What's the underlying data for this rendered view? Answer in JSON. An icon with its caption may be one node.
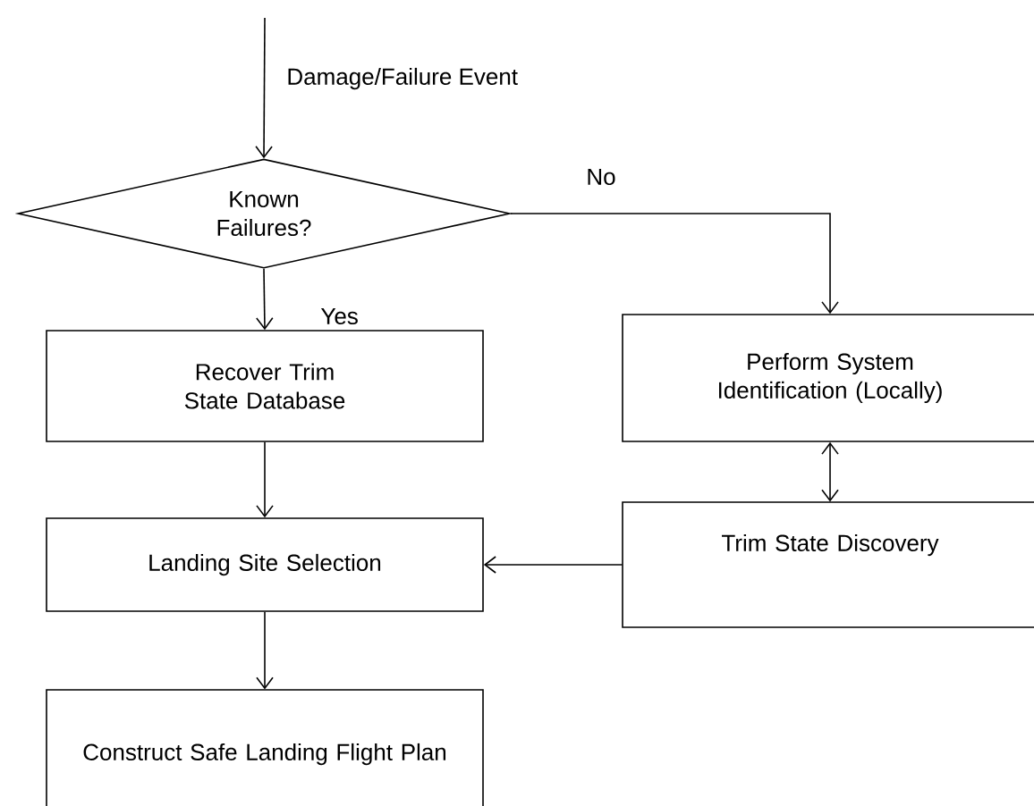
{
  "diagram": {
    "nodes": [
      {
        "text": [
          "Known Failures?"
        ]
      },
      {
        "text": [
          "Recover Trim State Database"
        ]
      },
      {
        "text": [
          "Perform System Identification (Locally)"
        ]
      },
      {
        "text": [
          "Landing Site Selection"
        ]
      },
      {
        "text": [
          "Trim State Discovery"
        ]
      },
      {
        "text": [
          "Construct Safe Landing Flight Plan"
        ]
      }
    ],
    "edges": [
      {
        "from": null,
        "to": 0,
        "arrow": "to",
        "label": "Damage/Failure Event"
      },
      {
        "from": 0,
        "to": 1,
        "arrow": "to",
        "label": "Yes"
      },
      {
        "from": 0,
        "to": 2,
        "arrow": "to",
        "label": "No"
      },
      {
        "from": 1,
        "to": 3,
        "arrow": "to"
      },
      {
        "from": 2,
        "to": 4,
        "arrow": "both"
      },
      {
        "from": 4,
        "to": 3,
        "arrow": "to"
      },
      {
        "from": 3,
        "to": 5,
        "arrow": "to"
      }
    ]
  }
}
